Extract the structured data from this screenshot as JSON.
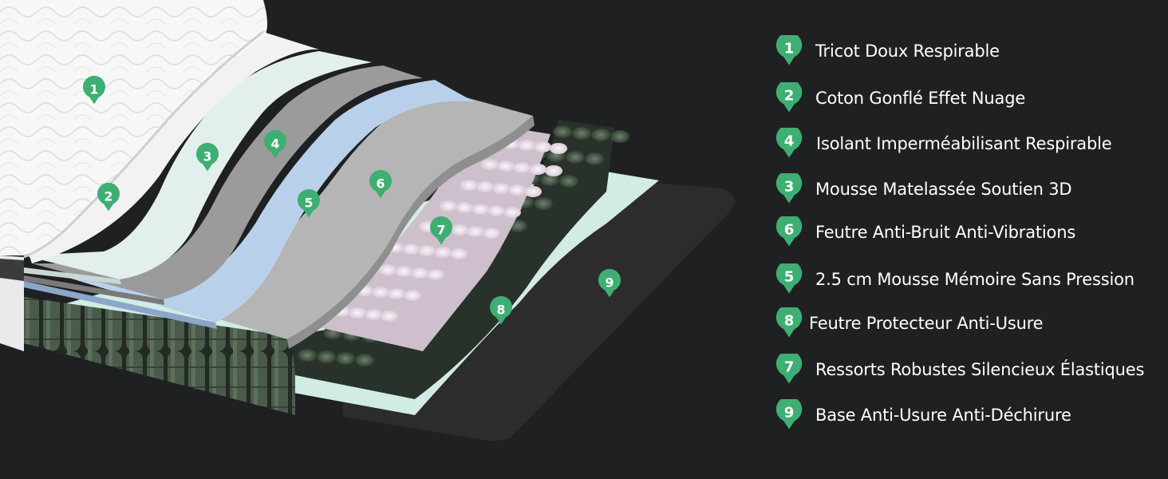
{
  "legend": [
    {
      "num": "1",
      "label": "Tricot Doux Respirable"
    },
    {
      "num": "2",
      "label": "Coton Gonflé Effet Nuage"
    },
    {
      "num": "4",
      "label": "Isolant Imperméabilisant Respirable"
    },
    {
      "num": "3",
      "label": "Mousse Matelassée Soutien 3D"
    },
    {
      "num": "6",
      "label": "Feutre Anti-Bruit Anti-Vibrations"
    },
    {
      "num": "5",
      "label": "2.5 cm Mousse Mémoire Sans Pression"
    },
    {
      "num": "8",
      "label": "Feutre Protecteur Anti-Usure"
    },
    {
      "num": "7",
      "label": "Ressorts Robustes Silencieux Élastiques"
    },
    {
      "num": "9",
      "label": "Base Anti-Usure Anti-Déchirure"
    }
  ],
  "markers": [
    "1",
    "2",
    "3",
    "4",
    "5",
    "6",
    "7",
    "8",
    "9"
  ],
  "colors": {
    "background": "#1f2021",
    "badge": "#3fae73",
    "tricot": "#f4f4f4",
    "coton": "#dbe9e6",
    "isolant": "#9b9b9b",
    "mousse_memoire": "#b9d0ea",
    "feutre_gris": "#b5b5b5",
    "ressorts": "#3d4c3f",
    "ressorts_roses": "#f1e6f0",
    "feutre_protecteur": "#d2ebe4",
    "base": "#2c2c2d"
  }
}
